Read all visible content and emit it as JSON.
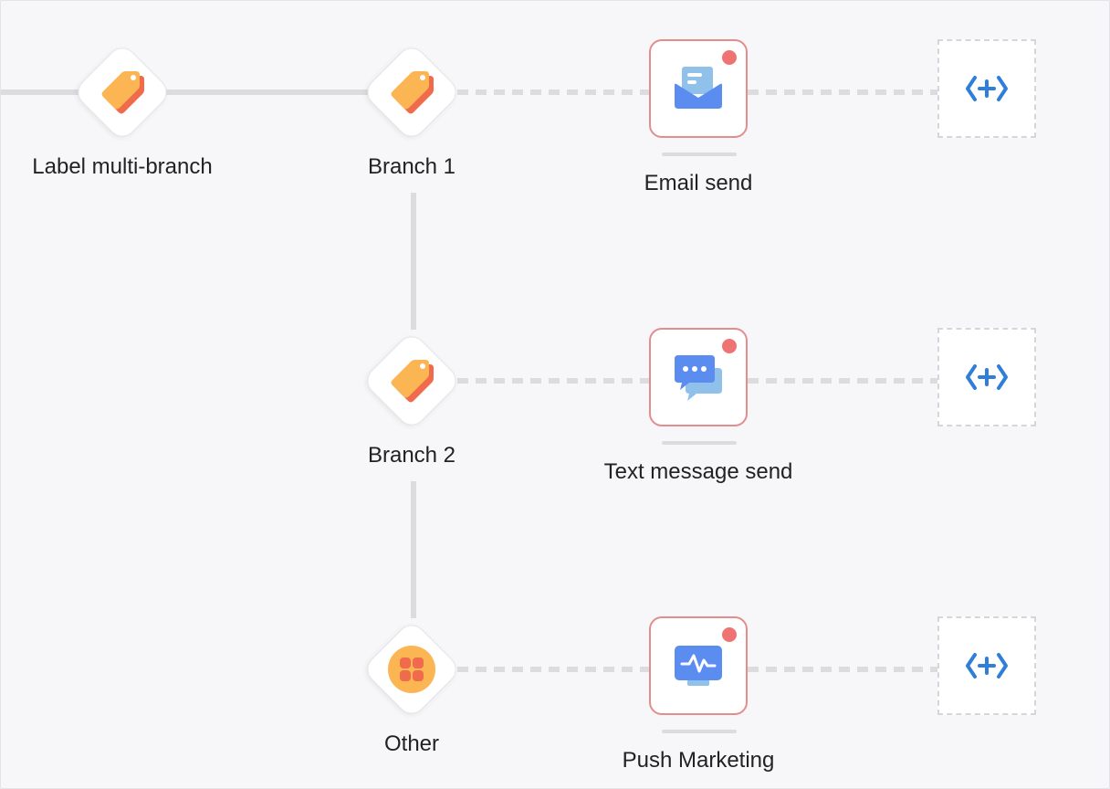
{
  "flow": {
    "root": {
      "label": "Label multi-branch",
      "icon": "tag-icon"
    },
    "branches": [
      {
        "label": "Branch 1",
        "icon": "tag-icon",
        "action": {
          "label": "Email send",
          "icon": "email-icon"
        }
      },
      {
        "label": "Branch 2",
        "icon": "tag-icon",
        "action": {
          "label": "Text message send",
          "icon": "chat-bubble-icon"
        }
      },
      {
        "label": "Other",
        "icon": "grid-icon",
        "action": {
          "label": "Push Marketing",
          "icon": "monitor-pulse-icon"
        }
      }
    ],
    "add_node_icon": "add-node-icon"
  },
  "colors": {
    "background": "#f7f7f9",
    "connector": "#dcdcdf",
    "action_border": "#e38d8d",
    "status_dot": "#f07373",
    "add_icon": "#2f7fd8",
    "tag_orange": "#f39a4f",
    "tag_red": "#ef6b4c",
    "icon_blue": "#5b8cf0",
    "icon_light_blue": "#8fc1ea"
  }
}
